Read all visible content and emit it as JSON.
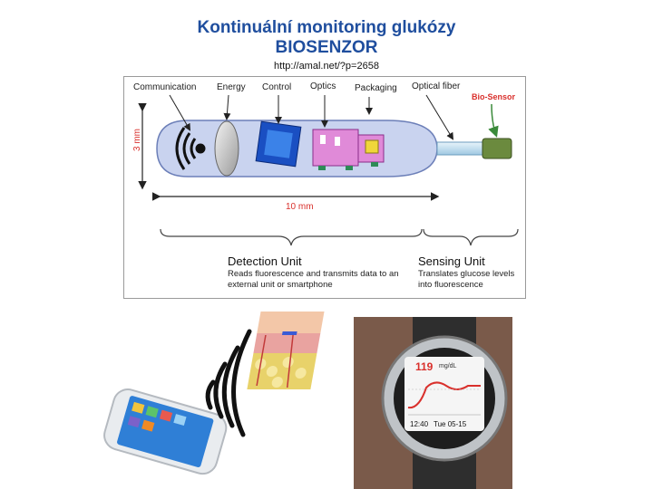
{
  "header": {
    "title_line1": "Kontinuální monitoring glukózy",
    "title_line2": "BIOSENZOR",
    "source_url": "http://amal.net/?p=2658"
  },
  "diagram": {
    "component_labels": {
      "communication": "Communication",
      "energy": "Energy",
      "control": "Control",
      "optics": "Optics",
      "packaging": "Packaging",
      "optical_fiber": "Optical fiber",
      "bio_sensor": "Bio-Sensor"
    },
    "dimension_height": "3 mm",
    "dimension_length": "10 mm",
    "detection_unit": {
      "title": "Detection Unit",
      "description": "Reads fluorescence and transmits data to an external unit or smartphone"
    },
    "sensing_unit": {
      "title": "Sensing Unit",
      "description": "Translates glucose levels into fluorescence"
    },
    "colors": {
      "capsule_fill": "#c9d3ef",
      "accent_red": "#d9302c",
      "title_blue": "#1f4e9e"
    }
  },
  "watch": {
    "reading_value": "119",
    "reading_unit": "mg/dL",
    "time": "12:40",
    "date": "Tue 05-15"
  }
}
